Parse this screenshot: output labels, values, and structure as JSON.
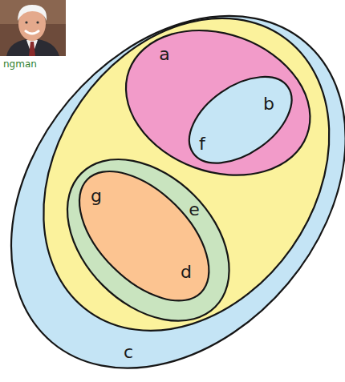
{
  "diagram": {
    "nodes": [
      {
        "text": [
          "c"
        ]
      },
      {
        "text": [
          "a"
        ],
        "in": 0
      },
      {
        "text": [
          "b",
          "f"
        ],
        "in": 1
      },
      {
        "text": [
          "e"
        ],
        "in": 0
      },
      {
        "text": [
          "g",
          "d"
        ],
        "in": 3
      }
    ],
    "labels": [
      "ngman"
    ]
  }
}
